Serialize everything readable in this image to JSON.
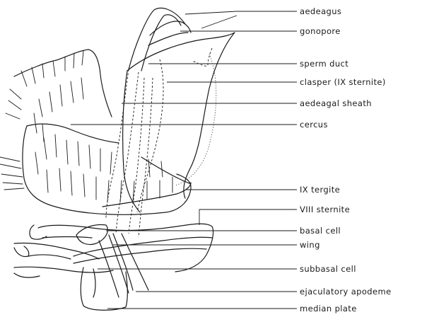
{
  "labels": {
    "aedeagus": "aedeagus",
    "gonopore": "gonopore",
    "sperm_duct": "sperm  duct",
    "clasper": "clasper (IX sternite)",
    "aedeagal_sheath": "aedeagal  sheath",
    "cercus": "cercus",
    "ix_tergite": "IX tergite",
    "viii_sternite": "VIII sternite",
    "basal_cell": "basal cell",
    "wing": "wing",
    "subbasal_cell": "subbasal cell",
    "ejaculatory_apodeme": "ejaculatory apodeme",
    "median_plate": "median plate"
  }
}
